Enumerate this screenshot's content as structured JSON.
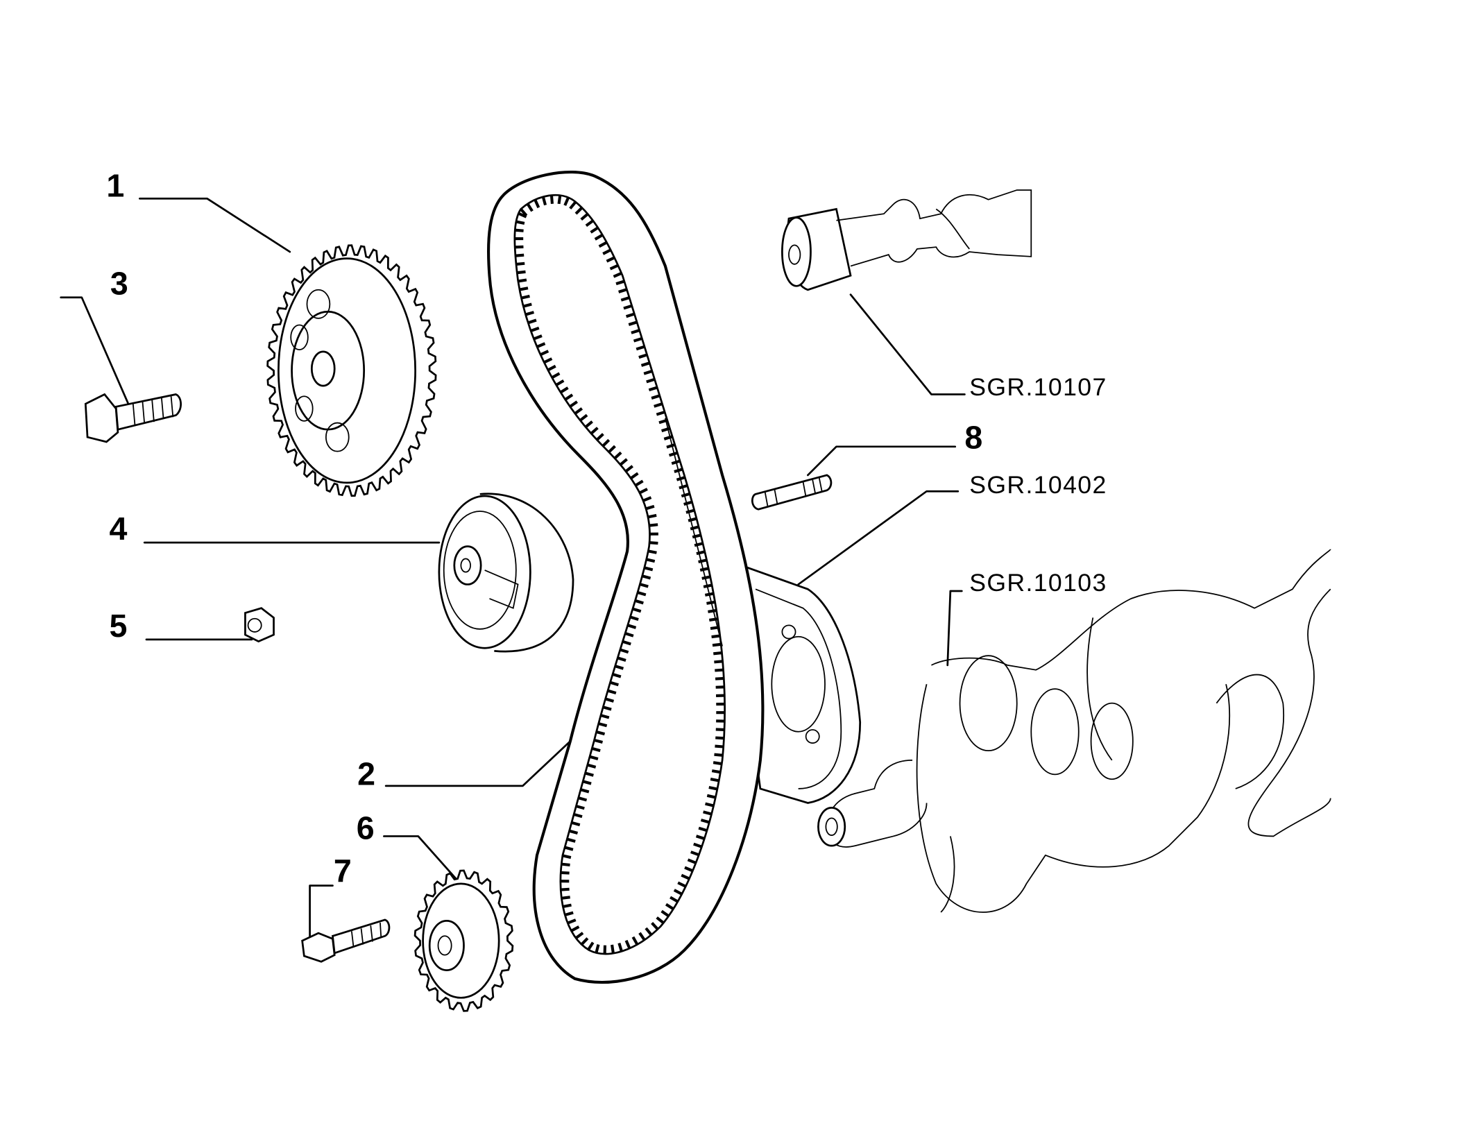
{
  "callouts": {
    "c1": "1",
    "c2": "2",
    "c3": "3",
    "c4": "4",
    "c5": "5",
    "c6": "6",
    "c7": "7",
    "c8": "8"
  },
  "references": {
    "camshaft": "SGR.10107",
    "oil_pump": "SGR.10402",
    "crankshaft": "SGR.10103"
  }
}
